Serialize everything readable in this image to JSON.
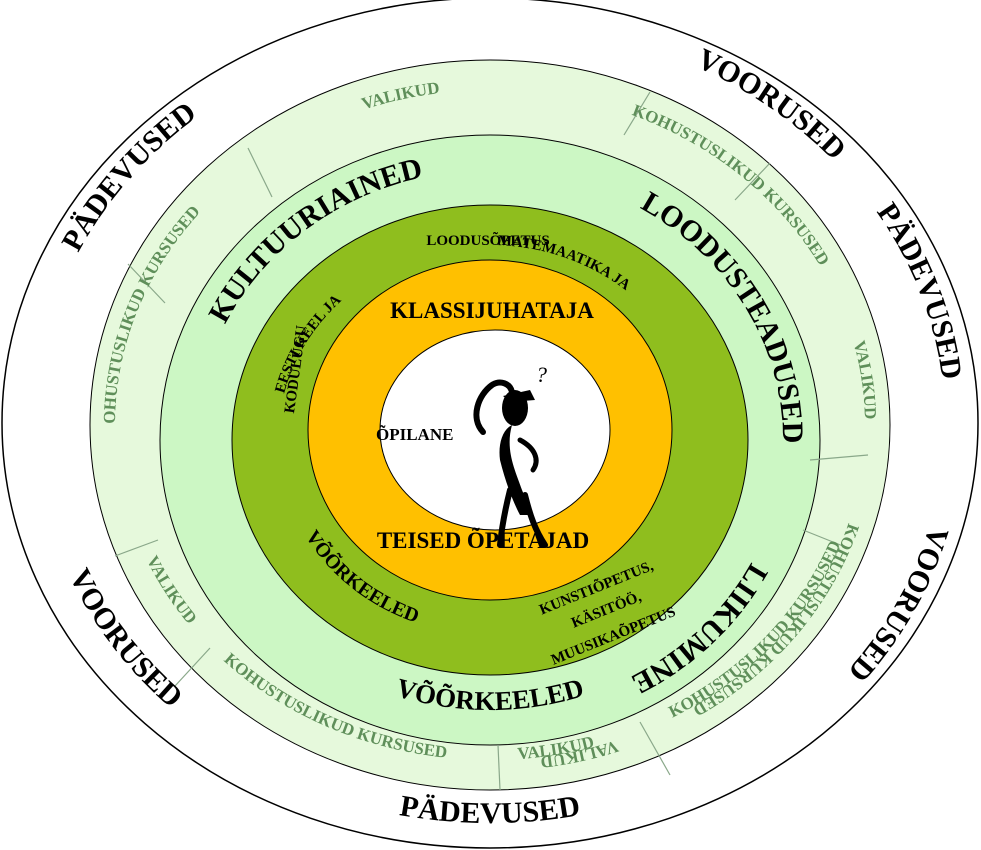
{
  "colors": {
    "outer_ring": "#ffffff",
    "courses_ring": "#e6f9dc",
    "light_green": "#ccf7c4",
    "mid_green": "#8fbe1e",
    "orange": "#ffc000",
    "center": "#ffffff",
    "courses_text": "#5f8f5a"
  },
  "outer_labels": {
    "voorused_top": "VOORUSED",
    "padevused_right": "PÄDEVUSED",
    "padevused_left": "PÄDEVUSED",
    "voorused_left": "VOORUSED",
    "voorused_right": "VOORUSED",
    "padevused_bottom": "PÄDEVUSED"
  },
  "courses_ring": {
    "kohustuslikud_top": "KOHUSTUSLIKUD KURSUSED",
    "valikud_top_right": "VALIKUD",
    "kohustuslikud_right": "KOHUSTUSLIKUD KURSUSED",
    "valikud_right": "VALIKUD",
    "kohustuslikud_bottom_right": "KOHUSTUSLIKUD KURSUSED",
    "valikud_bottom": "VALIKUD",
    "kohustuslikud_bottom": "KOHUSTUSLIKUD KURSUSED",
    "valikud_bottom_left": "VALIKUD",
    "kohustuslikud_left": "KOHUSTUSLIKUD KURSUSED",
    "valikud_left": "VALIKUD"
  },
  "subject_areas": {
    "loodusteadused": "LOODUSTEADUSED",
    "kultuuriained": "KULTUURIAINED",
    "voorkeeled": "VÕÕRKEELED",
    "liikumine": "LIIKUMINE"
  },
  "inner_subjects": {
    "matemaatika_line1": "MATEMAATIKA JA",
    "matemaatika_line2": "LOODUSÕPETUS",
    "eesti_line1": "EESTI KEEL JA",
    "eesti_line2": "KODULUGU",
    "voorkeeled": "VÕÕRKEELED",
    "kunst_line1": "KUNSTIÕPETUS,",
    "kunst_line2": "KÄSITÖÖ,",
    "kunst_line3": "MUUSIKAÕPETUS"
  },
  "teachers": {
    "klassijuhataja": "KLASSIJUHATAJA",
    "teised_opetajad": "TEISED ÕPETAJAD"
  },
  "center": {
    "opilane": "ÕPILANE",
    "question_mark": "?"
  }
}
